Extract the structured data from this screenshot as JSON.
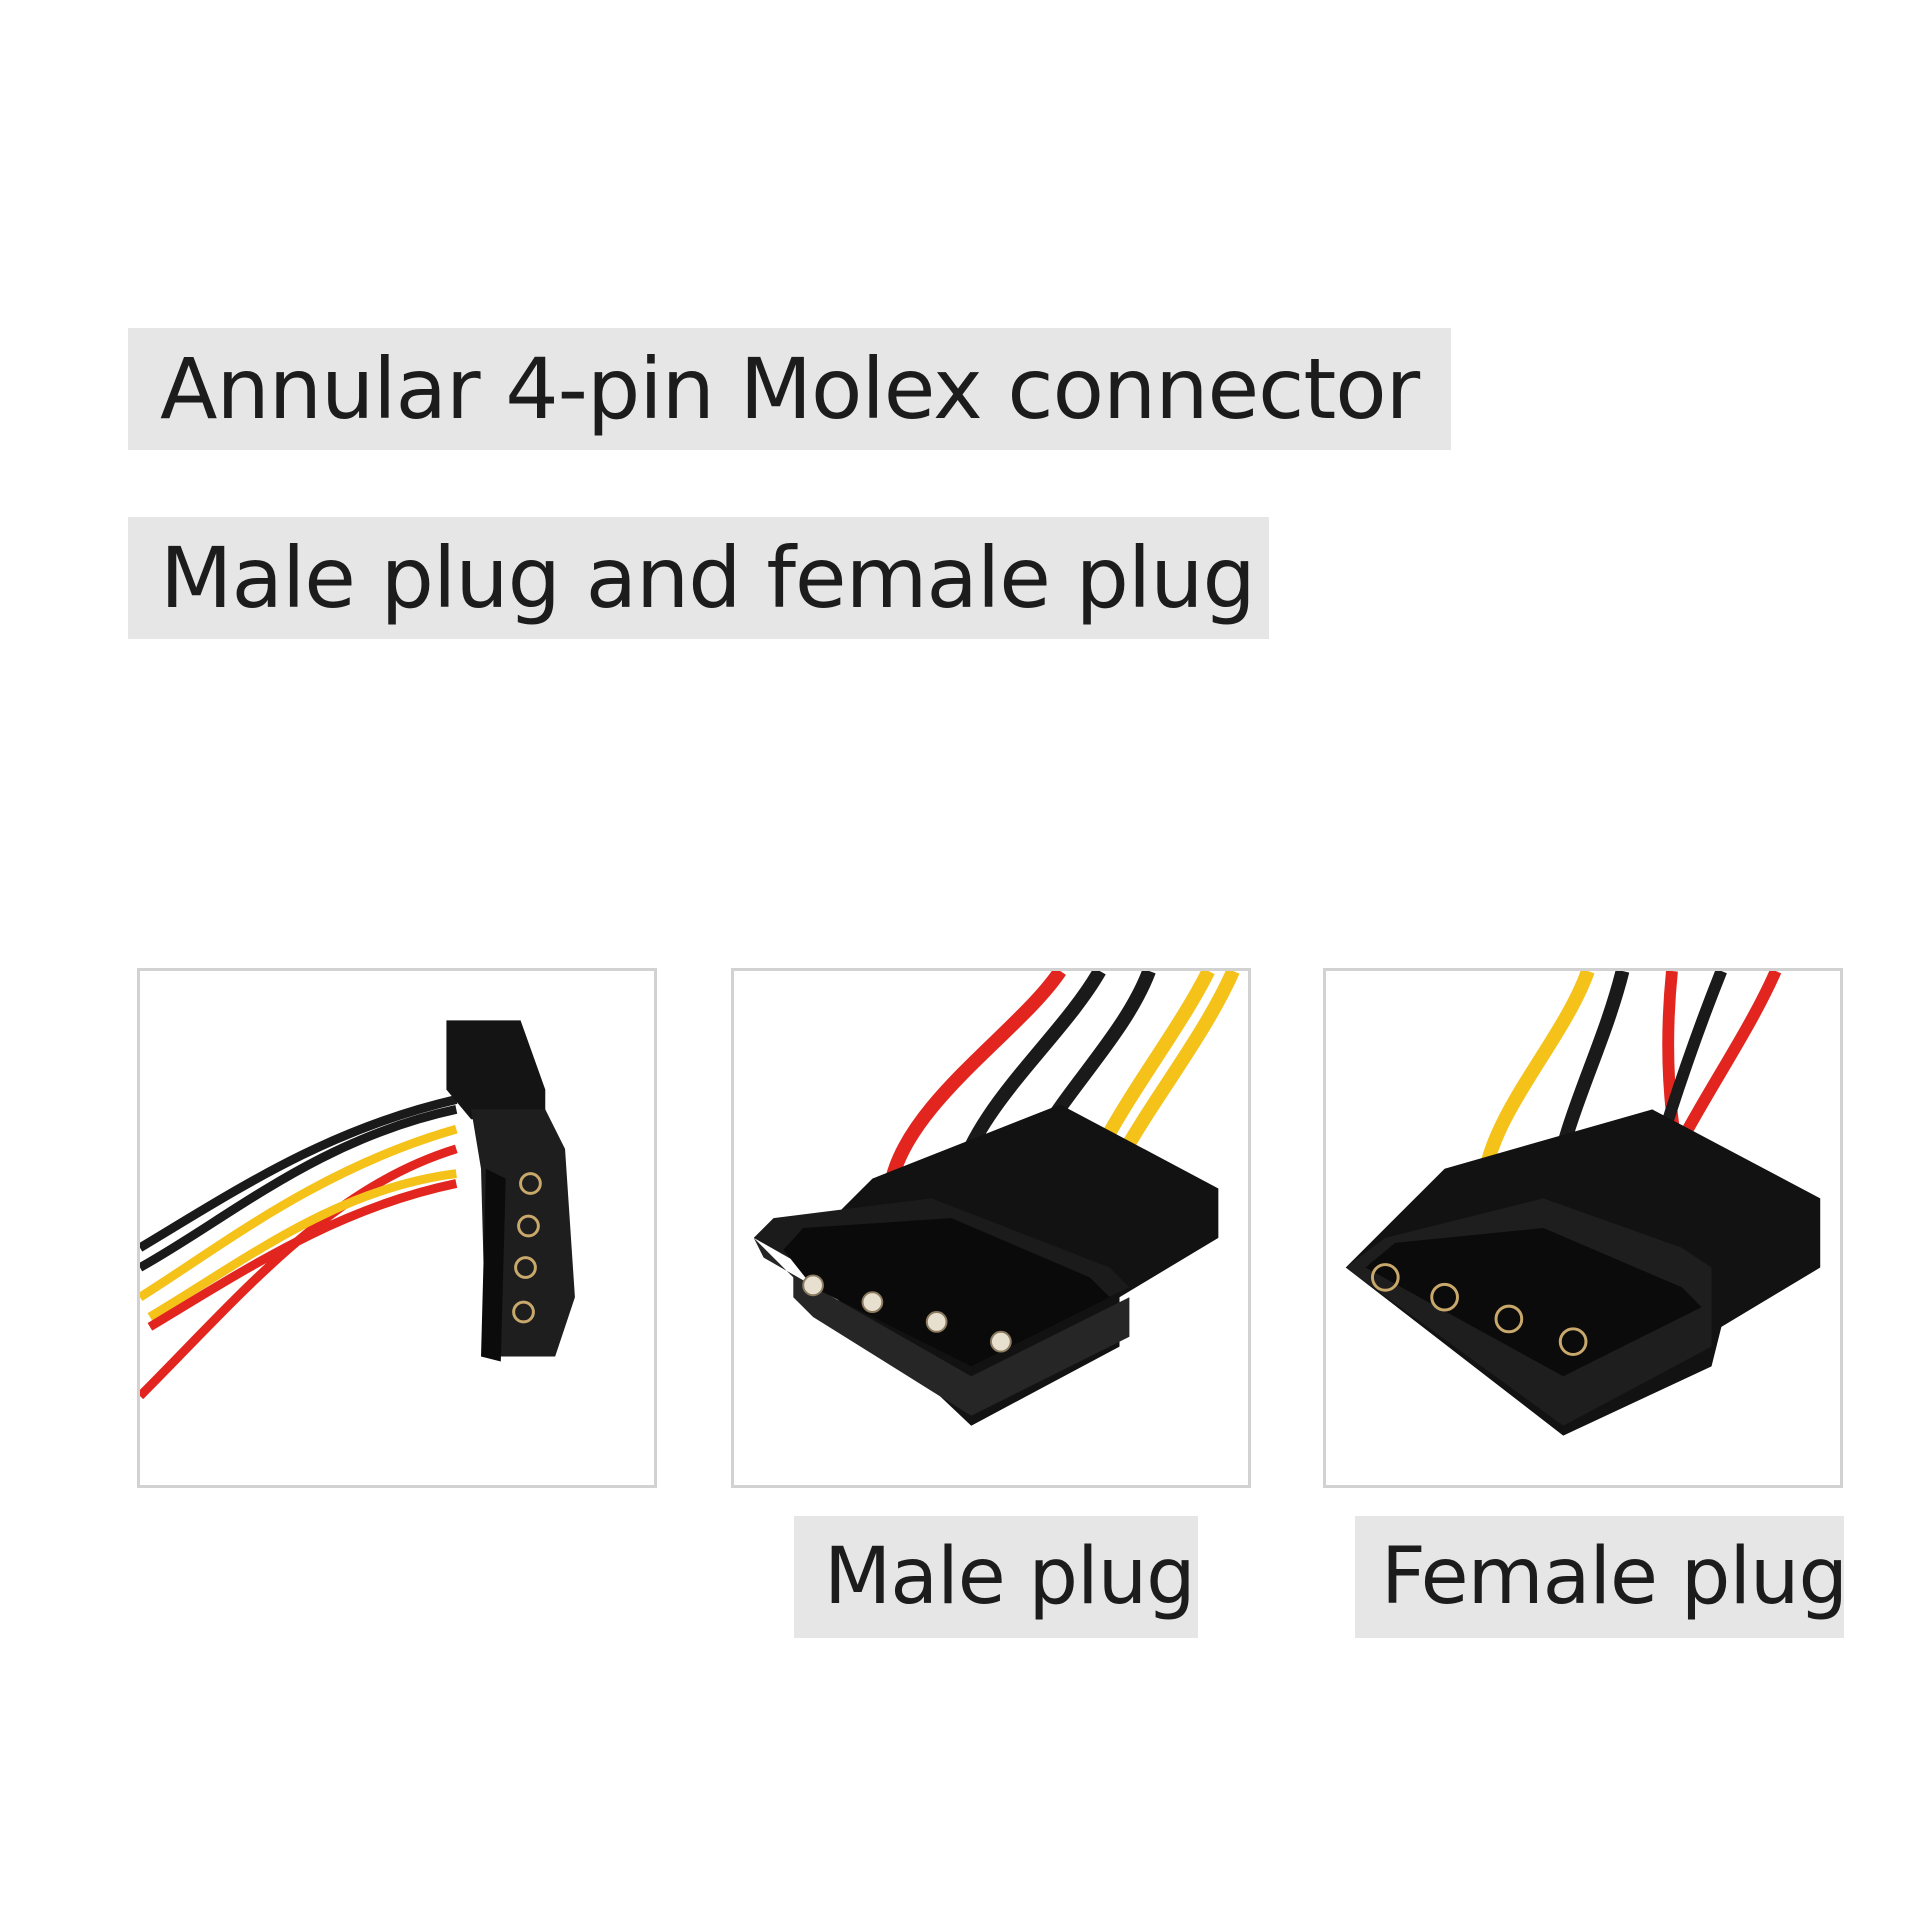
{
  "headings": {
    "title": "Annular 4-pin Molex connector",
    "subtitle": "Male plug and female plug"
  },
  "photos": [
    {
      "name": "side-view-connector-photo",
      "caption": ""
    },
    {
      "name": "male-plug-photo",
      "caption": "Male plug"
    },
    {
      "name": "female-plug-photo",
      "caption": "Female plug"
    }
  ],
  "colors": {
    "label_background": "#e6e6e6",
    "text": "#1c1c1c",
    "wire_red": "#e2261f",
    "wire_black": "#1a1a1a",
    "wire_yellow": "#f5c21a",
    "connector_body": "#141414",
    "pin_metal": "#c9a96b"
  }
}
